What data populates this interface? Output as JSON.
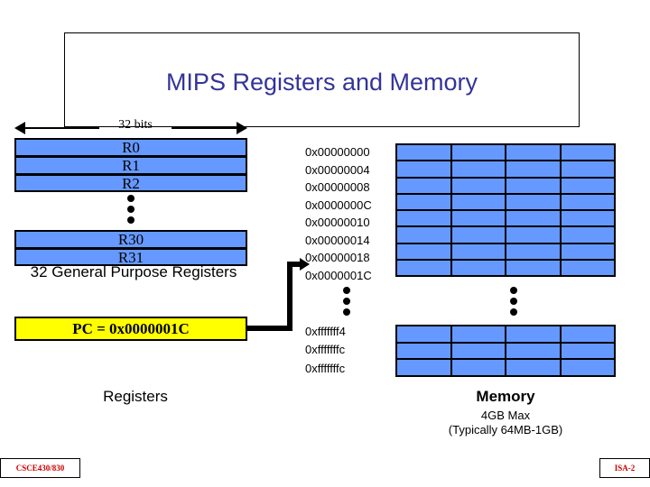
{
  "title": "MIPS Registers and Memory",
  "width_label": "32 bits",
  "registers": {
    "top_rows": [
      "R0",
      "R1",
      "R2"
    ],
    "bottom_rows": [
      "R30",
      "R31"
    ],
    "caption": "32 General Purpose Registers",
    "section_label": "Registers"
  },
  "pc": {
    "label": "PC = 0x0000001C"
  },
  "memory": {
    "addresses_top": [
      "0x00000000",
      "0x00000004",
      "0x00000008",
      "0x0000000C",
      "0x00000010",
      "0x00000014",
      "0x00000018",
      "0x0000001C"
    ],
    "addresses_bottom": [
      "0xfffffff4",
      "0xfffffffc"
    ],
    "addresses_last": [
      "0xfffffffc"
    ],
    "section_label": "Memory",
    "sub_label_line1": "4GB Max",
    "sub_label_line2": "(Typically 64MB-1GB)"
  },
  "footer": {
    "left": "CSCE430/830",
    "right": "ISA-2"
  },
  "colors": {
    "title": "#333399",
    "cell_fill": "#6699ff",
    "pc_fill": "#ffff00",
    "footer_text": "#cc0000",
    "outline": "#000000"
  }
}
